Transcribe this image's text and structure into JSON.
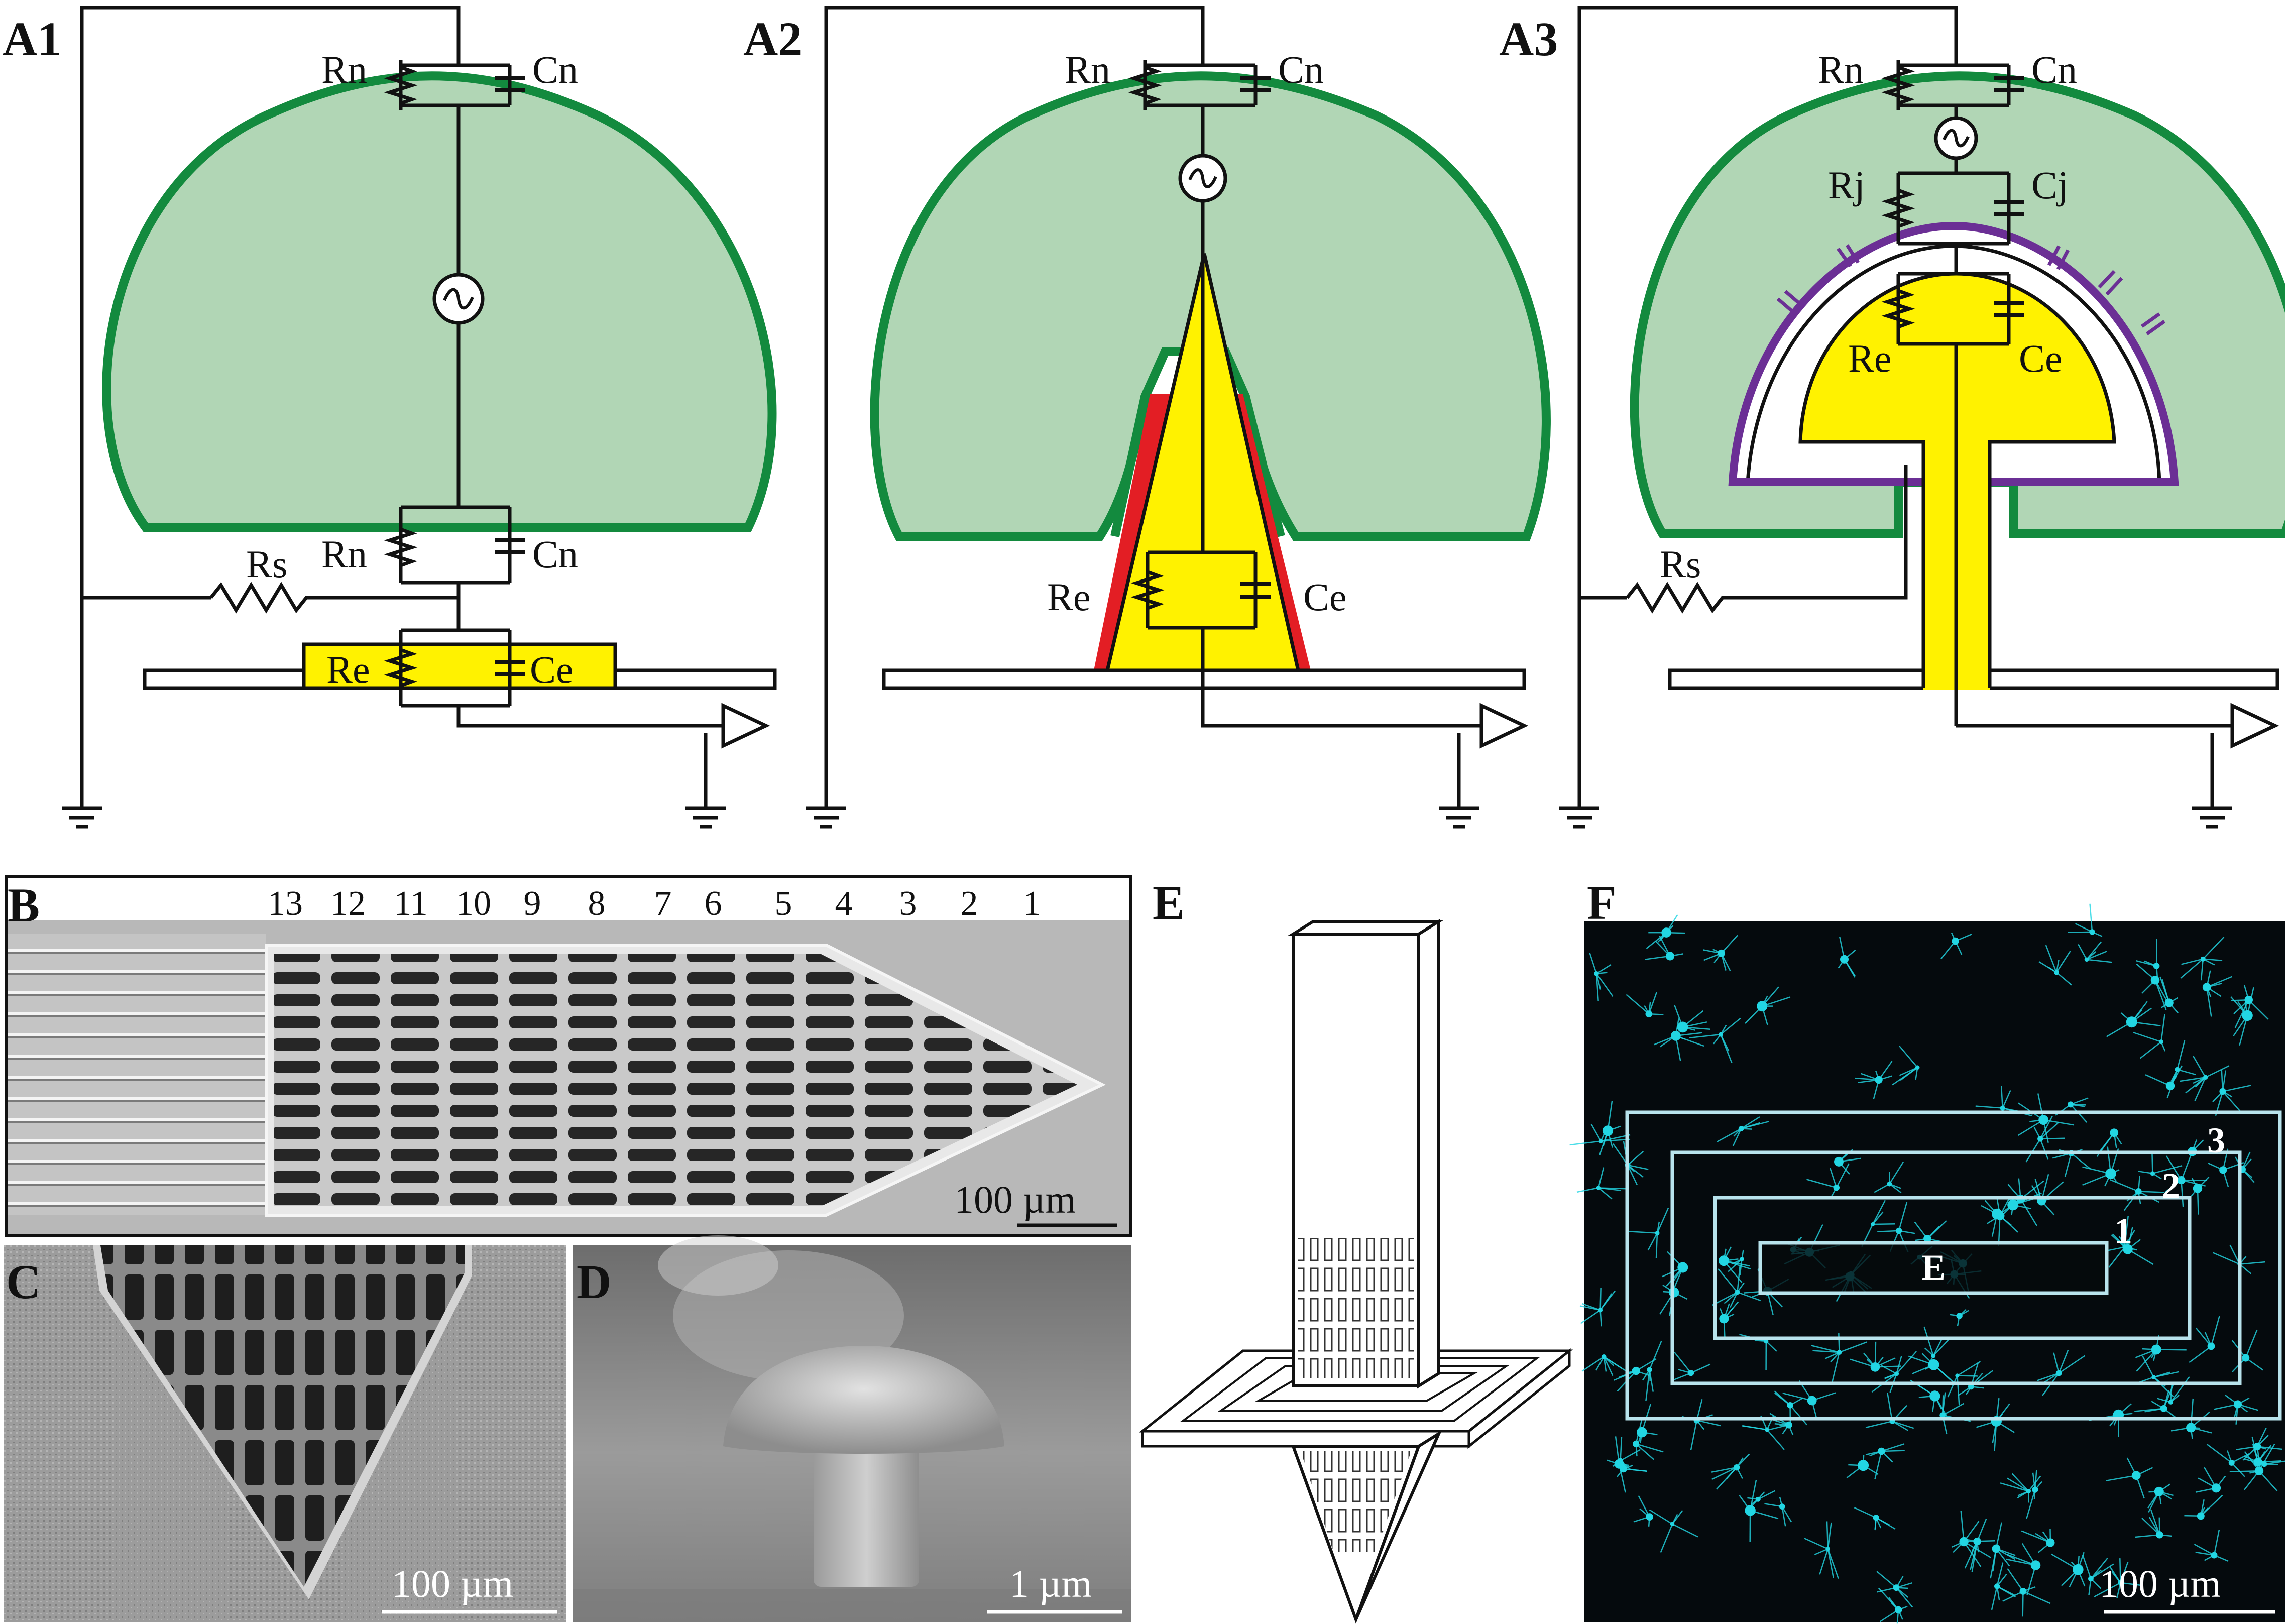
{
  "panels": {
    "a1": "A1",
    "a2": "A2",
    "a3": "A3",
    "b": "B",
    "c": "C",
    "d": "D",
    "e": "E",
    "f": "F"
  },
  "circuit": {
    "rn": "Rn",
    "cn": "Cn",
    "rs": "Rs",
    "re": "Re",
    "ce": "Ce",
    "rj": "Rj",
    "cj": "Cj"
  },
  "electrode_numbers": [
    "13",
    "12",
    "11",
    "10",
    "9",
    "8",
    "7",
    "6",
    "5",
    "4",
    "3",
    "2",
    "1"
  ],
  "scale_bars": {
    "b": "100 µm",
    "c": "100 µm",
    "d": "1 µm",
    "f": "100 µm"
  },
  "f_regions": [
    "E",
    "1",
    "2",
    "3"
  ],
  "colors": {
    "neuron_fill": "#b1d6b5",
    "neuron_edge": "#138a3e",
    "electrode": "#fff200",
    "cleft": "#e31e24",
    "membrane_purple": "#6b2f95",
    "glia": "#22d6e3",
    "sem_gray": "#9a9a9a"
  }
}
